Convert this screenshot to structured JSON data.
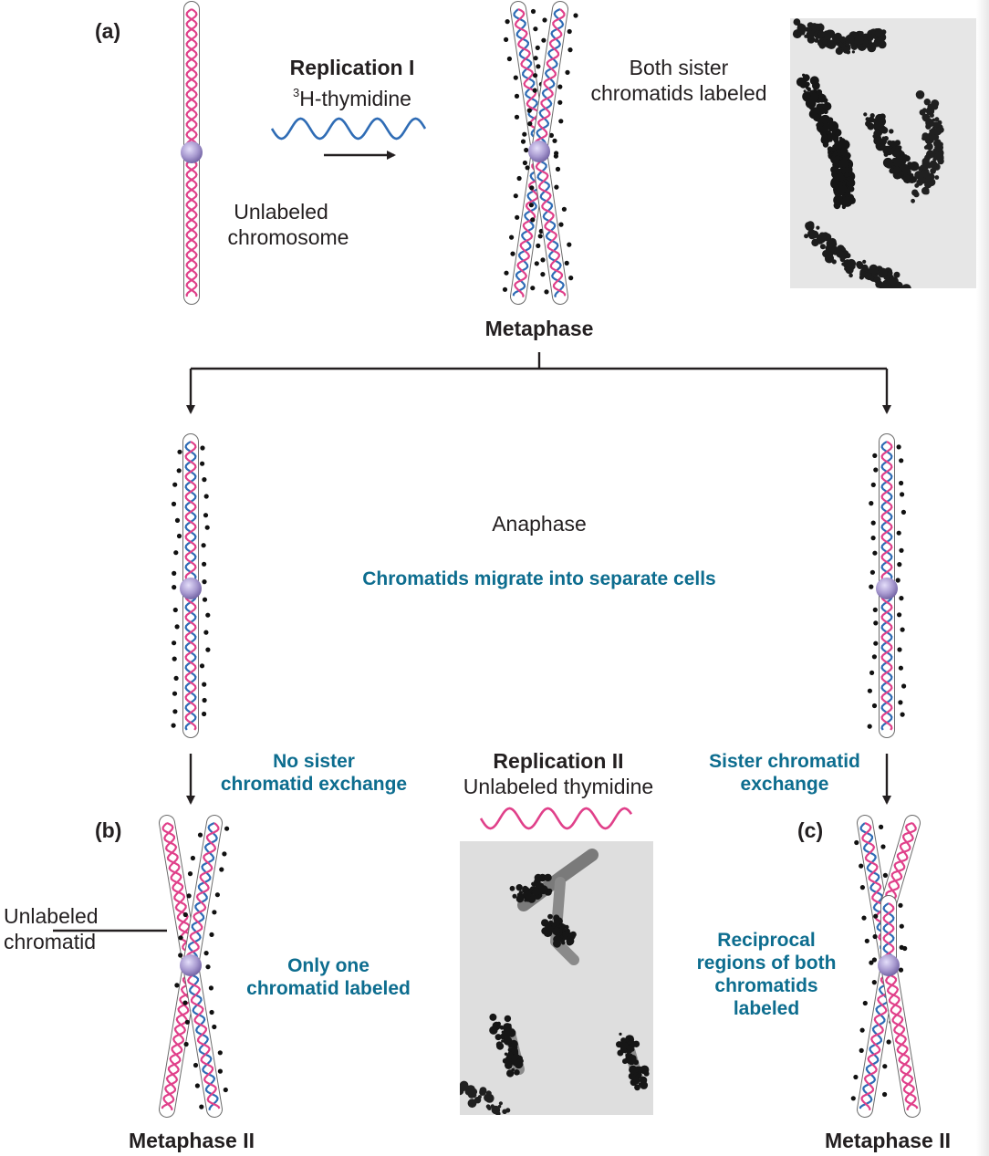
{
  "panels": {
    "a": "(a)",
    "b": "(b)",
    "c": "(c)"
  },
  "replication1": {
    "title": "Replication I",
    "superscript": "3",
    "label": "H-thymidine"
  },
  "unlabeled_chromosome": [
    "Unlabeled",
    "chromosome"
  ],
  "both_labeled": [
    "Both sister",
    "chromatids labeled"
  ],
  "metaphase": "Metaphase",
  "anaphase": "Anaphase",
  "migrate": "Chromatids migrate into separate cells",
  "no_exchange": [
    "No sister",
    "chromatid exchange"
  ],
  "replication2": {
    "title": "Replication II",
    "label": "Unlabeled thymidine"
  },
  "exchange": [
    "Sister chromatid",
    "exchange"
  ],
  "unlabeled_chromatid": [
    "Unlabeled",
    "chromatid"
  ],
  "only_one": [
    "Only one",
    "chromatid labeled"
  ],
  "reciprocal": [
    "Reciprocal",
    "regions of both",
    "chromatids",
    "labeled"
  ],
  "metaphase_ii_left": "Metaphase II",
  "metaphase_ii_right": "Metaphase II",
  "colors": {
    "label_strand": "#2f6cb5",
    "unlabeled_strand": "#e0408a",
    "accent_text": "#0d6d8f",
    "centromere": "#9b8ec4",
    "grain": "#111111"
  }
}
